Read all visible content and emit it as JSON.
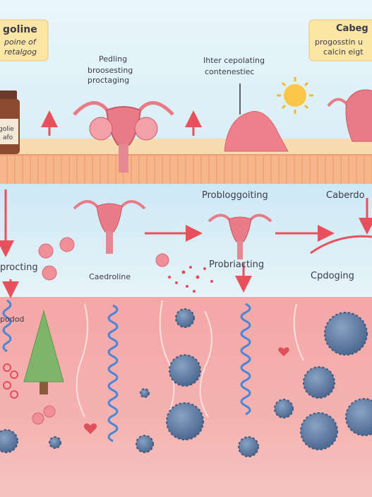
{
  "labels": {
    "top_left_title": "goline",
    "top_left_sub1": "poine of",
    "top_left_sub2": "retalgog",
    "bottle_label1": "golie",
    "bottle_label2": "afo",
    "center_a1": "Pedling",
    "center_a2": "broosesting",
    "center_a3": "proctaging",
    "center_b1": "Ihter cepolating",
    "center_b2": "contenestiec",
    "top_right_title": "Cabeg",
    "top_right_sub1": "progosstin u",
    "top_right_sub2": "calcin eigt",
    "mid_label_proboggoiting": "Probloggoiting",
    "mid_label_caberdo": "Caberdo",
    "mid_label_procting": "procting",
    "mid_label_caedroline": "Caedroline",
    "mid_label_probriacting": "Probriacting",
    "mid_label_cpdoging": "Cpdoging",
    "lower_label_ppodod": "podod"
  },
  "colors": {
    "sky": "#d8eef6",
    "band_yellow": "#f7d9a8",
    "band_orange": "#f6b58a",
    "tissue": "#f4a3a3",
    "arrow": "#e8505b",
    "virus": "#5e7aa3",
    "spiral": "#4a86d6",
    "uterus": "#e97b86",
    "label_box": "#fbe6a6"
  },
  "icons": [
    "pill-bottle-icon",
    "uterus-icon",
    "sun-icon",
    "tree-icon",
    "virus-icon",
    "pill-icon",
    "spiral-icon",
    "heart-icon"
  ]
}
